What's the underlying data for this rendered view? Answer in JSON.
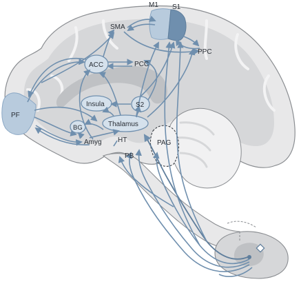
{
  "labels": {
    "m1": "M1",
    "s1": "S1",
    "sma": "SMA",
    "ppc": "PPC",
    "acc": "ACC",
    "pcc": "PCC",
    "pf": "PF",
    "insula": "Insula",
    "s2": "S2",
    "bg": "BG",
    "thalamus": "Thalamus",
    "amyg": "Amyg",
    "ht": "HT",
    "pag": "PAG",
    "pb": "PB"
  },
  "colors": {
    "brain_outer": "#e8e8e9",
    "brain_mid": "#d6d7d9",
    "brain_outline": "#8a8d91",
    "corpus": "#bfc1c4",
    "pathway": "#6f8fae",
    "node_fill": "#d5e1ec",
    "region_pf": "#b8cbdd",
    "region_m1": "#b8cbdd",
    "region_s1": "#6f8fae"
  }
}
